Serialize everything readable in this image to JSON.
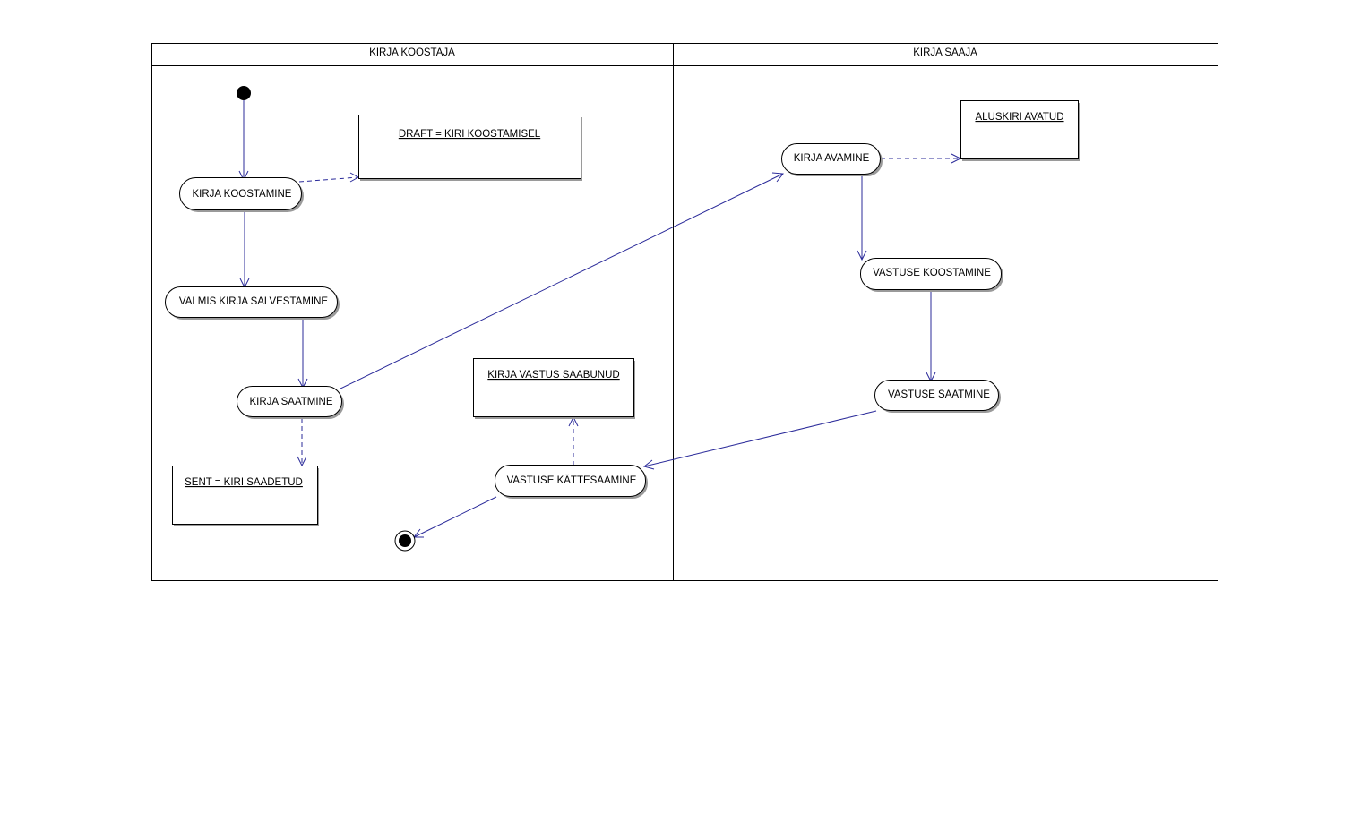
{
  "colors": {
    "flow_line": "#2b2b9a",
    "outline": "#000000",
    "background": "#ffffff"
  },
  "swimlanes": [
    {
      "id": "left",
      "title": "KIRJA KOOSTAJA"
    },
    {
      "id": "right",
      "title": "KIRJA SAAJA"
    }
  ],
  "activities": {
    "kirja_koostamine": "KIRJA KOOSTAMINE",
    "valmis_kirja_salvestamine": "VALMIS KIRJA SALVESTAMINE",
    "kirja_saatmine": "KIRJA SAATMINE",
    "vastuse_kattesaamine": "VASTUSE KÄTTESAAMINE",
    "kirja_avamine": "KIRJA AVAMINE",
    "vastuse_koostamine": "VASTUSE KOOSTAMINE",
    "vastuse_saatmine": "VASTUSE SAATMINE"
  },
  "objects": {
    "draft": "DRAFT = KIRI KOOSTAMISEL",
    "sent": "SENT = KIRI SAADETUD",
    "kirja_vastus_saabunud": "KIRJA VASTUS SAABUNUD",
    "aluskiri_avatud": "ALUSKIRI AVATUD"
  },
  "nodes": {
    "initial": "initial-node",
    "final": "final-node"
  }
}
